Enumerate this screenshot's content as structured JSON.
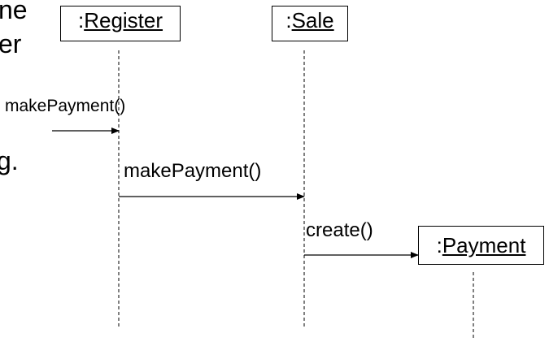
{
  "background_text": [
    "ne",
    "er",
    "g."
  ],
  "lifelines": [
    {
      "prefix": ":",
      "name": "Register"
    },
    {
      "prefix": ":",
      "name": "Sale"
    },
    {
      "prefix": ":",
      "name": "Payment"
    }
  ],
  "messages": [
    {
      "label": "makePayment()",
      "from": "outside",
      "to": "Register"
    },
    {
      "label": "makePayment()",
      "from": "Register",
      "to": "Sale"
    },
    {
      "label": "create()",
      "from": "Sale",
      "to": "Payment"
    }
  ],
  "colors": {
    "line": "#000000",
    "background": "#ffffff"
  }
}
